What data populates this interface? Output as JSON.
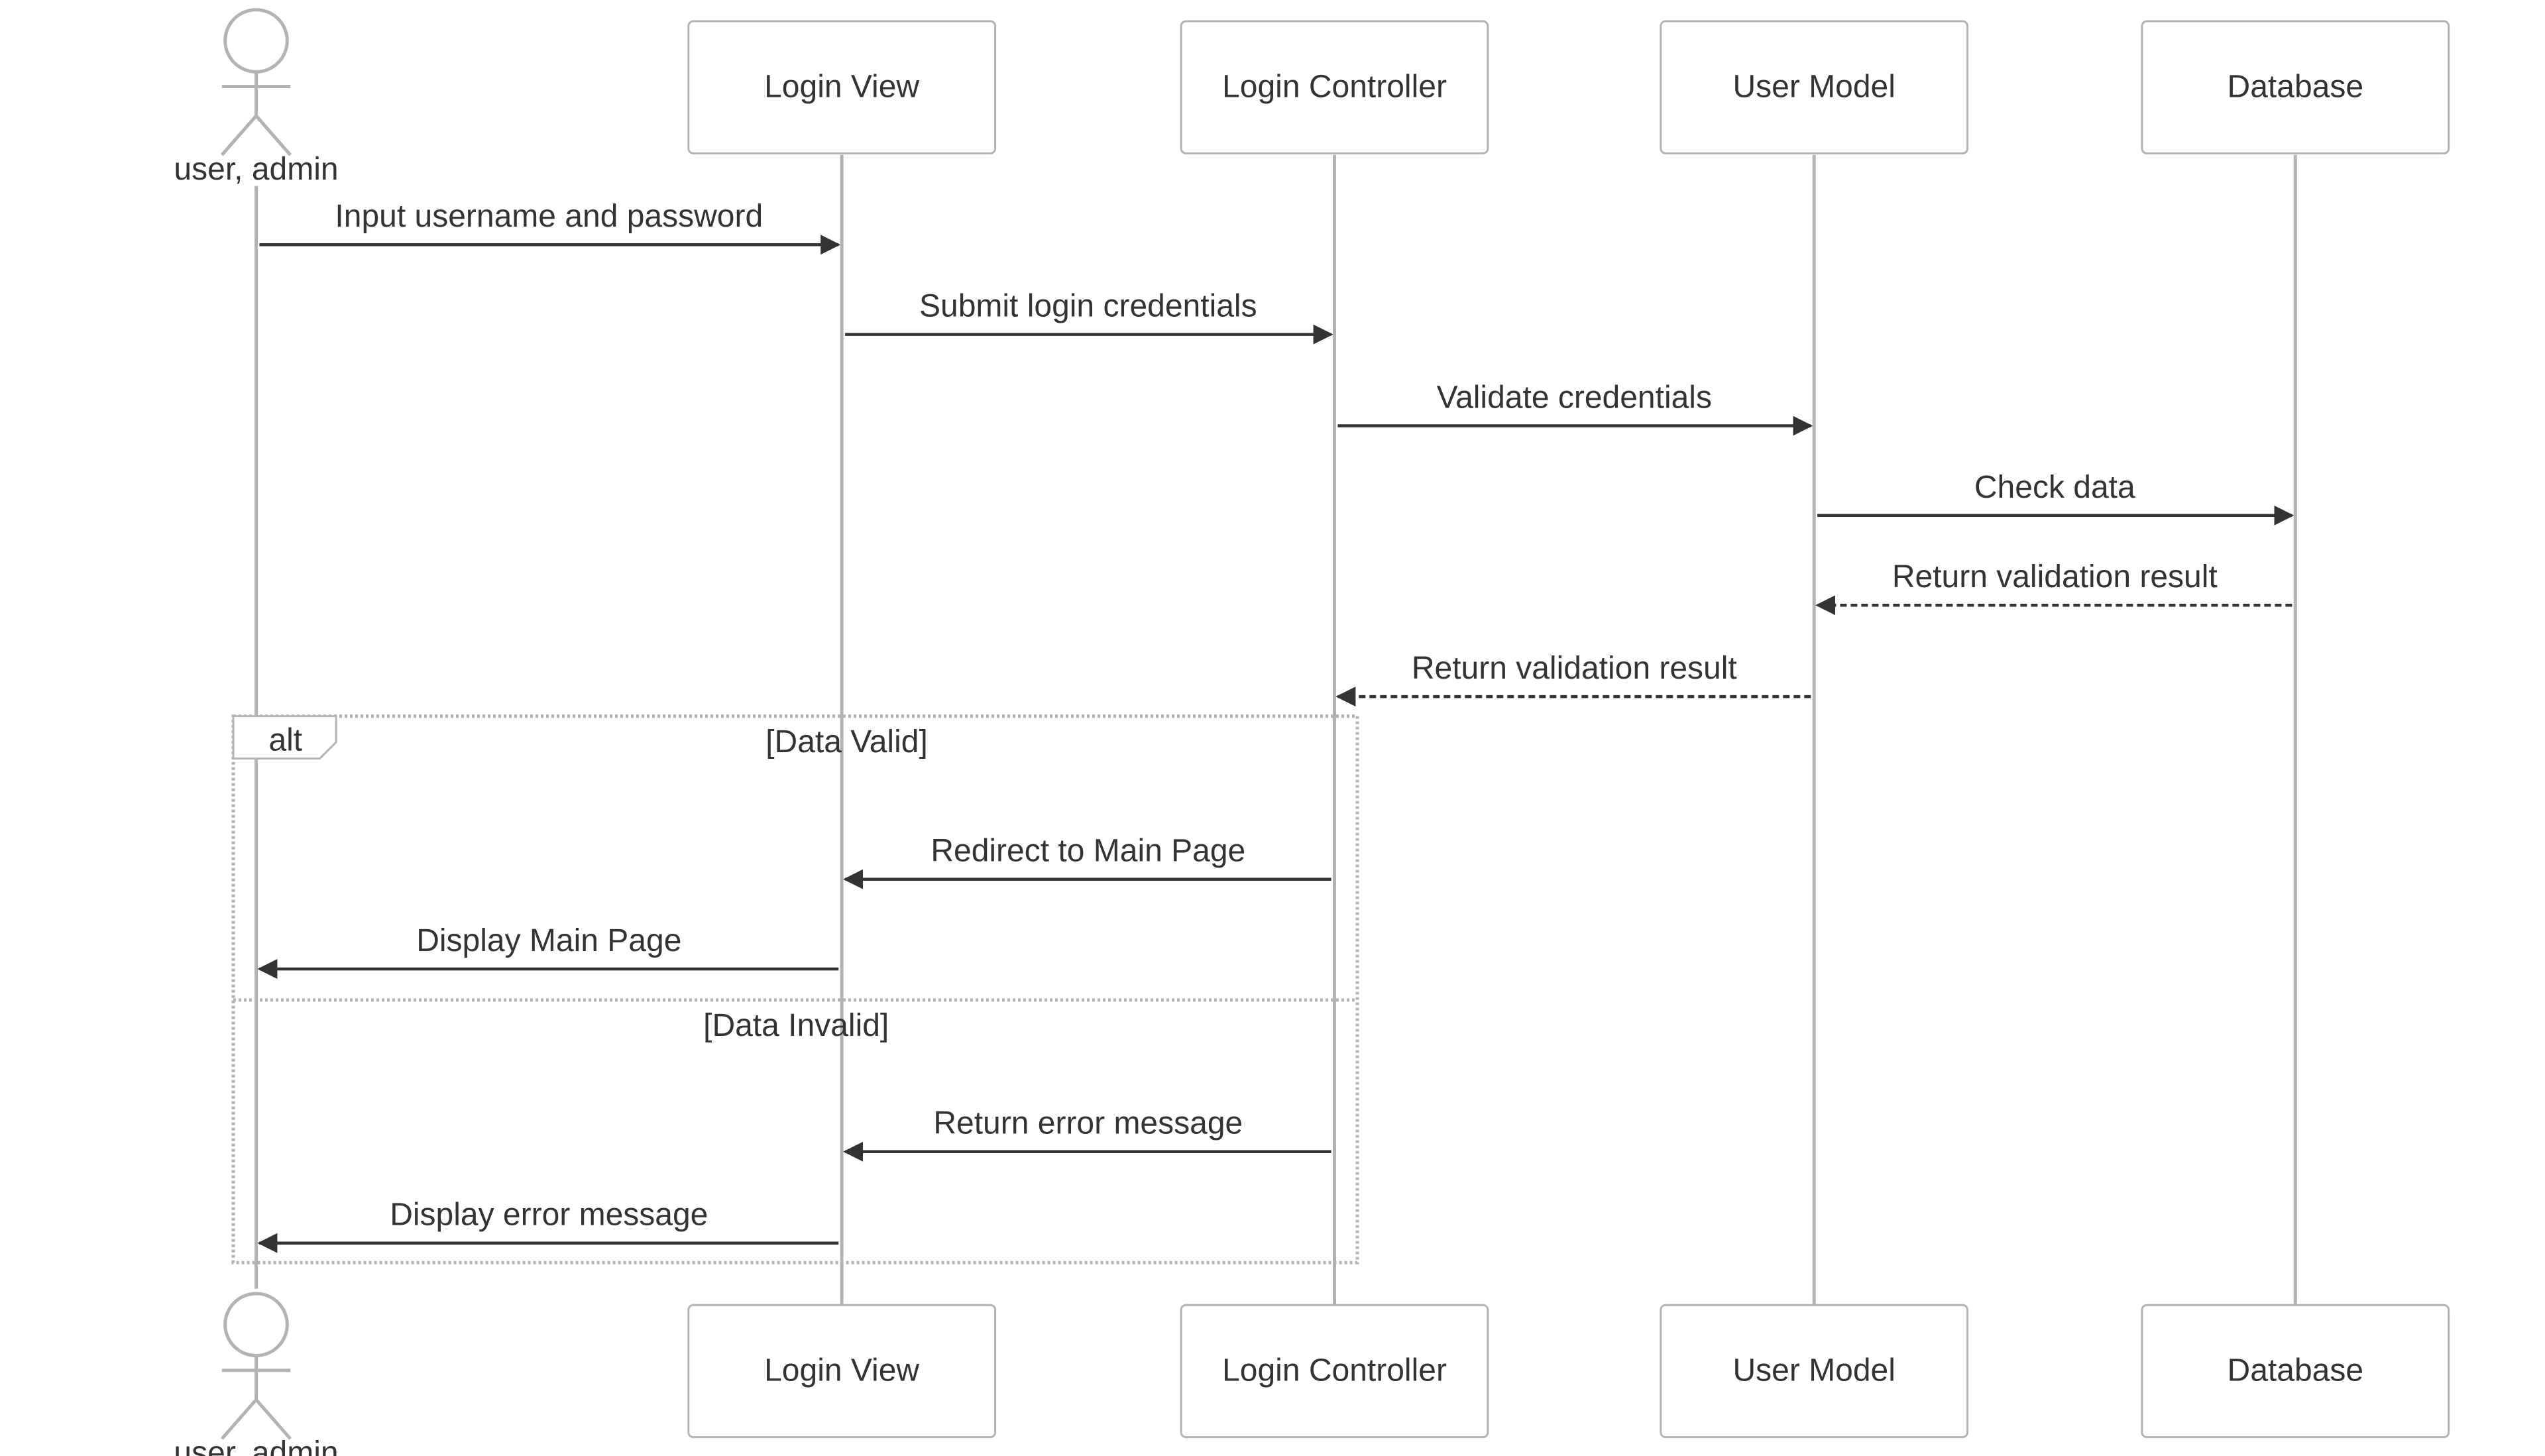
{
  "participants": [
    {
      "id": "user",
      "label": "user, admin",
      "kind": "actor"
    },
    {
      "id": "view",
      "label": "Login View",
      "kind": "box"
    },
    {
      "id": "controller",
      "label": "Login Controller",
      "kind": "box"
    },
    {
      "id": "model",
      "label": "User Model",
      "kind": "box"
    },
    {
      "id": "db",
      "label": "Database",
      "kind": "box"
    }
  ],
  "messages": [
    {
      "from": "user",
      "to": "view",
      "label": "Input username and password",
      "style": "solid"
    },
    {
      "from": "view",
      "to": "controller",
      "label": "Submit login credentials",
      "style": "solid"
    },
    {
      "from": "controller",
      "to": "model",
      "label": "Validate credentials",
      "style": "solid"
    },
    {
      "from": "model",
      "to": "db",
      "label": "Check data",
      "style": "solid"
    },
    {
      "from": "db",
      "to": "model",
      "label": "Return validation result",
      "style": "dashed"
    },
    {
      "from": "model",
      "to": "controller",
      "label": "Return validation result",
      "style": "dashed"
    },
    {
      "from": "controller",
      "to": "view",
      "label": "Redirect to Main Page",
      "style": "solid"
    },
    {
      "from": "view",
      "to": "user",
      "label": "Display Main Page",
      "style": "solid"
    },
    {
      "from": "controller",
      "to": "view",
      "label": "Return error message",
      "style": "solid"
    },
    {
      "from": "view",
      "to": "user",
      "label": "Display error message",
      "style": "solid"
    }
  ],
  "fragment": {
    "kind": "alt",
    "sections": [
      {
        "condition": "[Data Valid]"
      },
      {
        "condition": "[Data Invalid]"
      }
    ]
  },
  "colors": {
    "lifeline": "#b3b3b3",
    "arrow": "#333333",
    "text": "#333333",
    "background": "#ffffff"
  }
}
